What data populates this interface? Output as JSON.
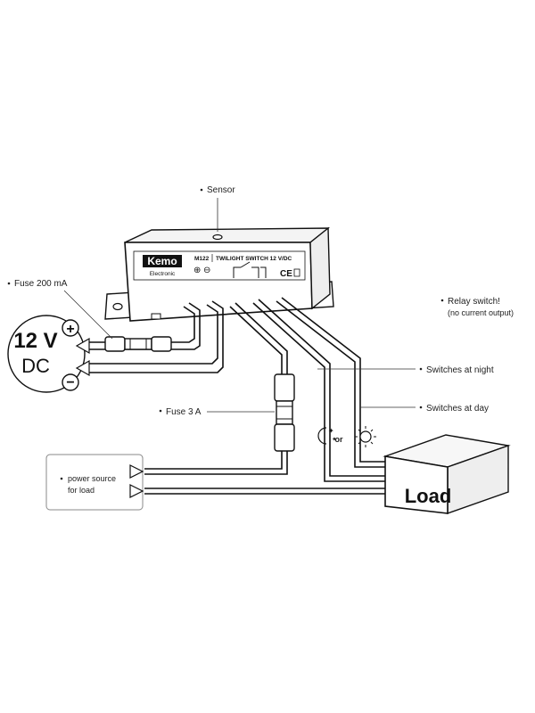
{
  "labels": {
    "sensor": "Sensor",
    "fuse_200": "Fuse 200 mA",
    "relay_line1": "Relay switch!",
    "relay_line2": "(no current output)",
    "switches_night": "Switches at night",
    "switches_day": "Switches at day",
    "fuse_3a": "Fuse 3 A",
    "power_line1": "power source",
    "power_line2": "for load",
    "or": "or"
  },
  "module": {
    "brand": "Kemo",
    "brand_sub": "Electronic",
    "model": "M122",
    "title": "TWILIGHT SWITCH 12 V/DC",
    "plus_symbol": "⊕",
    "minus_symbol": "⊖",
    "ce_mark": "CE"
  },
  "supply": {
    "voltage": "12 V",
    "type": "DC",
    "plus": "+",
    "minus": "−"
  },
  "load": {
    "label": "Load"
  },
  "icons": {
    "night": "moon-stars-icon",
    "day": "sun-icon"
  }
}
